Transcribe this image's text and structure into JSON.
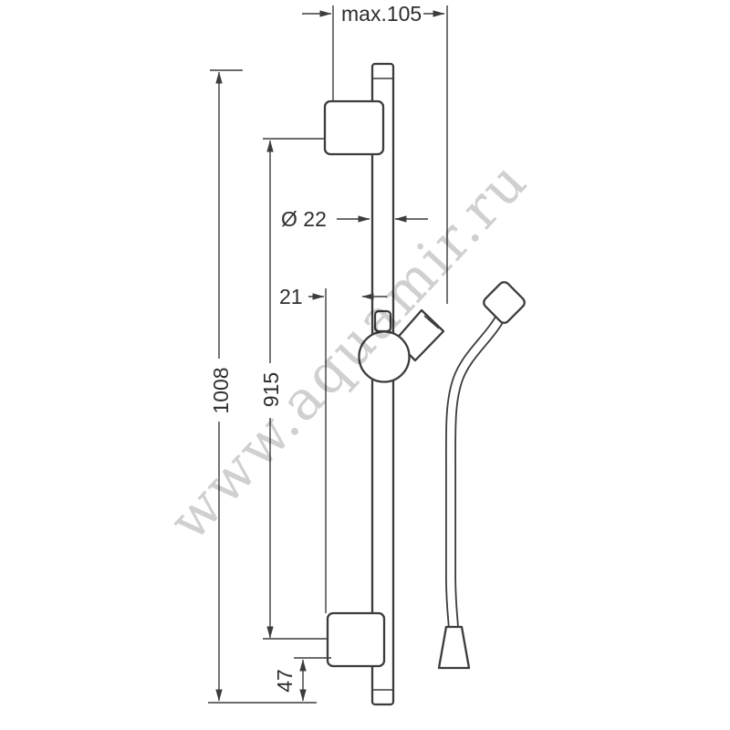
{
  "figure": {
    "watermark": "www.aquamir.ru",
    "dimensions": {
      "top_offset": "max.105",
      "total_height": "1008",
      "rail_span": "915",
      "bar_diameter": "Ø 22",
      "slider_offset": "21",
      "bottom_offset": "47"
    },
    "colors": {
      "line": "#3c3c3c",
      "text": "#2e2e2e",
      "watermark": "#d0d0d0",
      "background": "#ffffff"
    }
  }
}
